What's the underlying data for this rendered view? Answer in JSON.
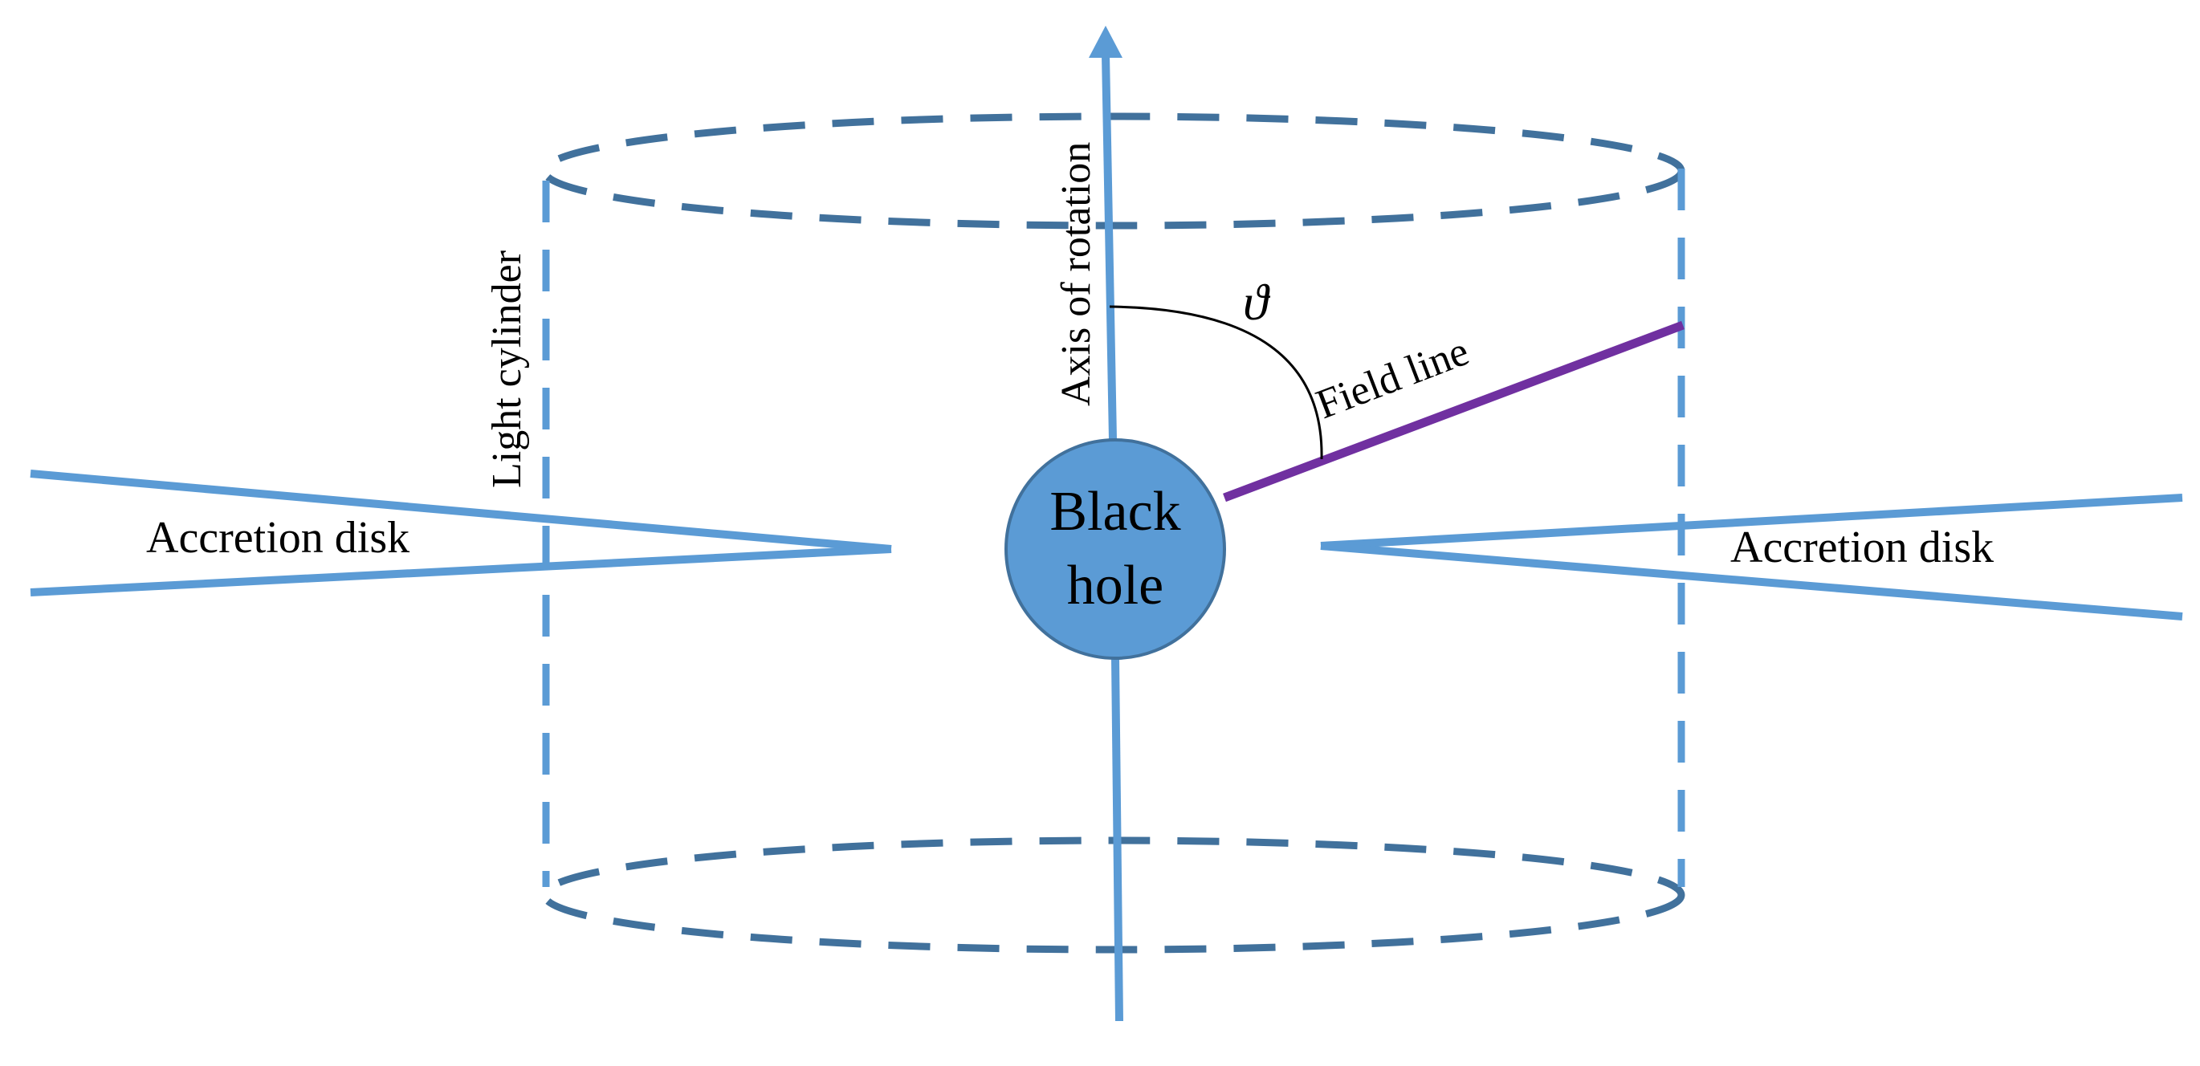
{
  "labels": {
    "axis": "Axis of rotation",
    "light_cylinder": "Light cylinder",
    "accretion_disk_left": "Accretion disk",
    "accretion_disk_right": "Accretion disk",
    "field_line": "Field line",
    "theta": "ϑ",
    "black_hole_line1": "Black",
    "black_hole_line2": "hole"
  },
  "colors": {
    "light_blue": "#5b9bd5",
    "dashed_blue": "#41719c",
    "field_line": "#7030a0",
    "black_hole_fill": "#5b9bd5",
    "black_hole_stroke": "#41719c",
    "text": "#000000"
  }
}
